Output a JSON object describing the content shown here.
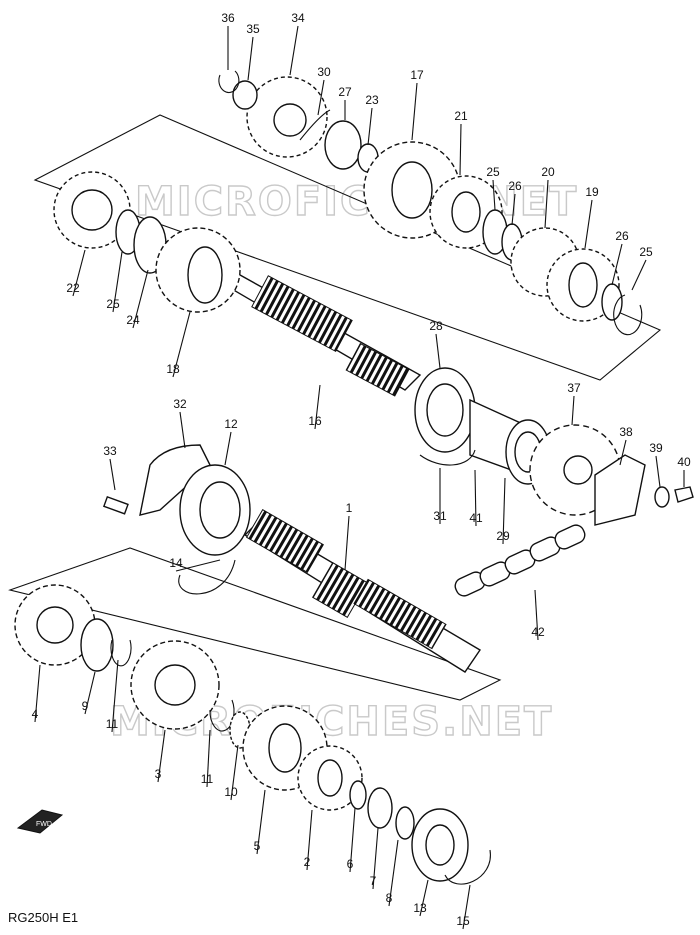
{
  "watermark": "MICROFICHES.NET",
  "model_code": "RG250H E1",
  "direction_tag": "FWD",
  "callouts": [
    {
      "id": "36"
    },
    {
      "id": "35"
    },
    {
      "id": "34"
    },
    {
      "id": "30"
    },
    {
      "id": "27"
    },
    {
      "id": "23"
    },
    {
      "id": "17"
    },
    {
      "id": "21"
    },
    {
      "id": "25"
    },
    {
      "id": "26"
    },
    {
      "id": "20"
    },
    {
      "id": "19"
    },
    {
      "id": "26"
    },
    {
      "id": "25"
    },
    {
      "id": "22"
    },
    {
      "id": "25"
    },
    {
      "id": "24"
    },
    {
      "id": "18"
    },
    {
      "id": "16"
    },
    {
      "id": "28"
    },
    {
      "id": "37"
    },
    {
      "id": "38"
    },
    {
      "id": "39"
    },
    {
      "id": "40"
    },
    {
      "id": "32"
    },
    {
      "id": "12"
    },
    {
      "id": "33"
    },
    {
      "id": "1"
    },
    {
      "id": "14"
    },
    {
      "id": "31"
    },
    {
      "id": "41"
    },
    {
      "id": "29"
    },
    {
      "id": "42"
    },
    {
      "id": "4"
    },
    {
      "id": "9"
    },
    {
      "id": "11"
    },
    {
      "id": "3"
    },
    {
      "id": "11"
    },
    {
      "id": "10"
    },
    {
      "id": "5"
    },
    {
      "id": "2"
    },
    {
      "id": "6"
    },
    {
      "id": "7"
    },
    {
      "id": "8"
    },
    {
      "id": "13"
    },
    {
      "id": "15"
    }
  ]
}
